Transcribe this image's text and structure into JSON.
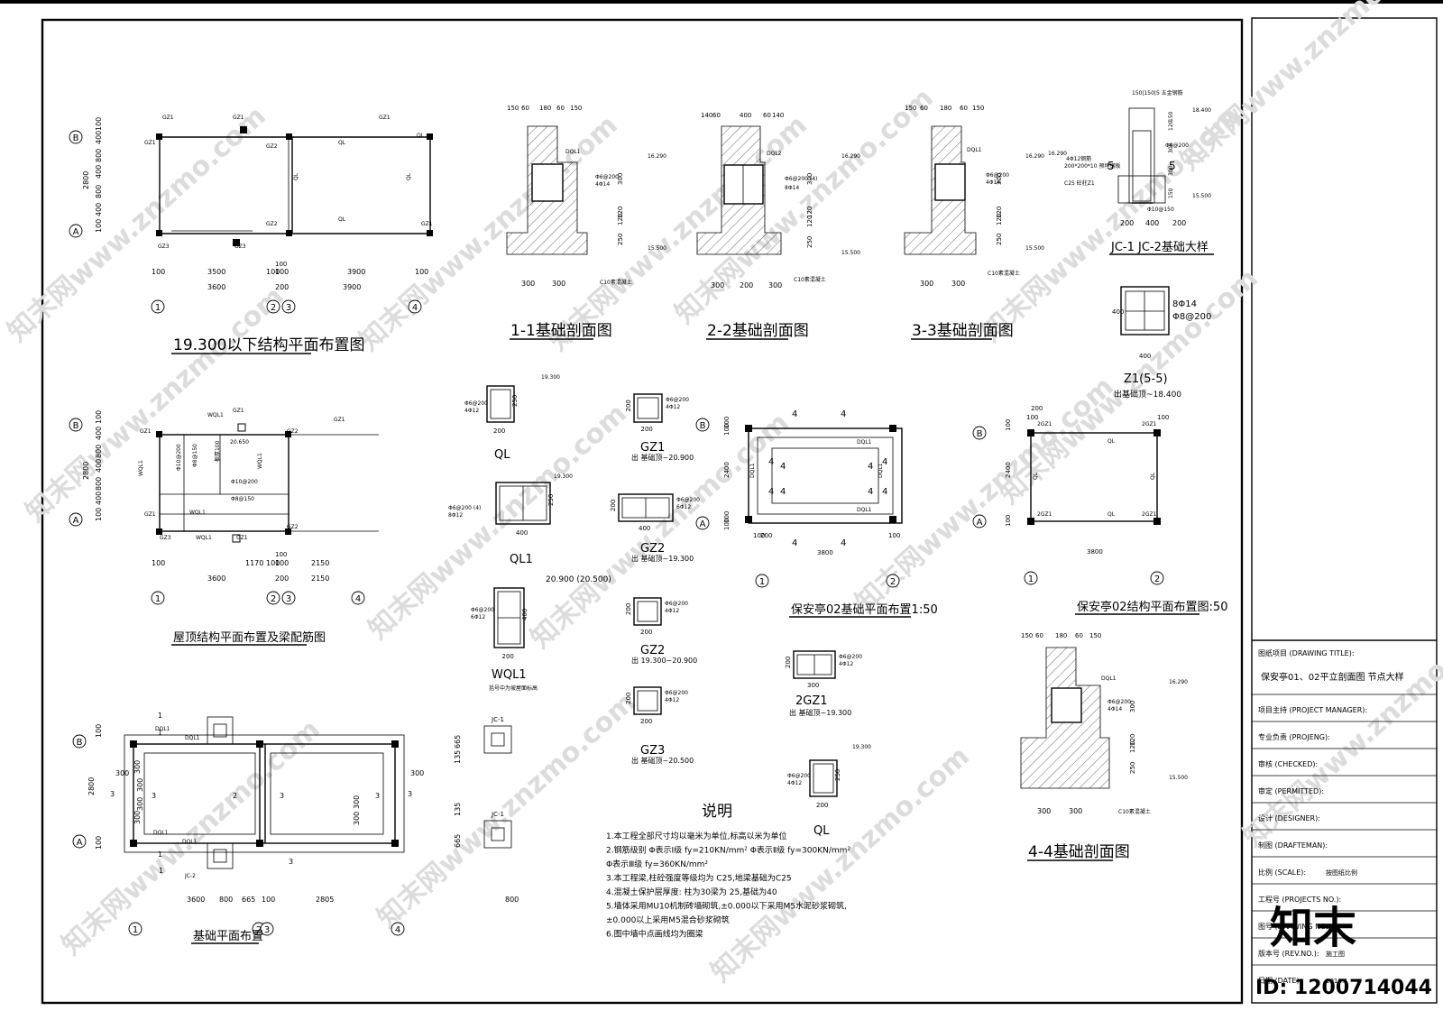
{
  "plan1": {
    "title": "19.300以下结构平面布置图",
    "axis_rows": [
      "B",
      "A"
    ],
    "axis_cols": [
      "1",
      "2",
      "3",
      "4"
    ],
    "labels": [
      "GZ1",
      "GZ1",
      "GZ1",
      "GZ2",
      "QL",
      "QL",
      "GZ1",
      "QL",
      "QL",
      "QL",
      "GZ2",
      "GZ1",
      "GZ3",
      "GZ3"
    ],
    "dims_v": [
      "100",
      "400",
      "800",
      "400",
      "800",
      "400",
      "100",
      "2800"
    ],
    "dims_h1": [
      "100",
      "3500",
      "100",
      "100",
      "3900",
      "100"
    ],
    "dims_h2": [
      "3600",
      "200",
      "3900"
    ],
    "dim_extra": "100"
  },
  "plan2": {
    "title": "屋顶结构平面布置及梁配筋图",
    "axis_rows": [
      "B",
      "A"
    ],
    "axis_cols": [
      "1",
      "2",
      "3",
      "4"
    ],
    "labels": [
      "WQL1",
      "GZ1",
      "GZ1",
      "GZ1",
      "GZ2",
      "20.650",
      "板厚100",
      "Φ8@150",
      "Φ10@200",
      "Φ8@150",
      "Φ10@200",
      "WQL1",
      "WQL1",
      "GZ1",
      "WQL1",
      "GZ2",
      "GZ3",
      "WQL1",
      "GZ1"
    ],
    "dims_v": [
      "100",
      "400",
      "800",
      "400",
      "800",
      "400",
      "100",
      "2800"
    ],
    "dims_h1": [
      "100",
      "1170",
      "100",
      "100",
      "2150"
    ],
    "dims_h2": [
      "3600",
      "200",
      "2150"
    ],
    "dim_extra": "100"
  },
  "plan3": {
    "title": "基础平面布置",
    "axis_rows": [
      "B",
      "A"
    ],
    "axis_cols": [
      "1",
      "2",
      "3",
      "4"
    ],
    "labels": [
      "1",
      "1",
      "DQL1",
      "DQL1",
      "300",
      "300",
      "300",
      "3",
      "3",
      "2",
      "3",
      "3",
      "3",
      "DQL1",
      "DQL1",
      "300",
      "300",
      "300",
      "1",
      "1",
      "JC-2",
      "3",
      "300",
      "300"
    ],
    "dims_v": [
      "100",
      "2800",
      "100"
    ],
    "dims_h": [
      "3600",
      "800",
      "665",
      "100",
      "2805",
      "800"
    ],
    "jc1_dims": [
      "665",
      "135",
      "135",
      "665"
    ],
    "jc_labels": [
      "JC-1",
      "JC-1"
    ]
  },
  "sections": [
    {
      "title": "1-1基础剖面图",
      "top_dims": [
        "150",
        "60",
        "180",
        "60",
        "150"
      ],
      "labels": [
        "DQL1",
        "Φ6@200",
        "4Φ14",
        "16.290",
        "15.500",
        "C10素混凝土"
      ],
      "dims_v": [
        "300",
        "120",
        "120",
        "250"
      ],
      "bottom_dims": [
        "300",
        "300"
      ]
    },
    {
      "title": "2-2基础剖面图",
      "top_dims": [
        "140",
        "60",
        "400",
        "60",
        "140"
      ],
      "labels": [
        "DQL2",
        "Φ6@200 (4)",
        "8Φ14",
        "16.290",
        "15.500",
        "C10素混凝土"
      ],
      "dims_v": [
        "300",
        "120",
        "120",
        "250"
      ],
      "bottom_dims": [
        "300",
        "200",
        "300"
      ]
    },
    {
      "title": "3-3基础剖面图",
      "top_dims": [
        "150",
        "60",
        "180",
        "60",
        "150"
      ],
      "labels": [
        "DQL1",
        "Φ6@200",
        "4Φ14",
        "16.290",
        "15.500",
        "C10素混凝土"
      ],
      "dims_v": [
        "300",
        "120",
        "120",
        "250"
      ],
      "bottom_dims": [
        "300",
        "300"
      ]
    },
    {
      "title": "4-4基础剖面图",
      "top_dims": [
        "150",
        "60",
        "180",
        "60",
        "150"
      ],
      "labels": [
        "DQL1",
        "Φ6@200",
        "4Φ14",
        "16.290",
        "15.500",
        "C10素混凝土"
      ],
      "dims_v": [
        "300",
        "120",
        "120",
        "250"
      ],
      "bottom_dims": [
        "300",
        "300"
      ]
    }
  ],
  "jc_detail": {
    "title": "JC-1 JC-2基础大样",
    "labels": [
      "150|150|5 五金钢筋",
      "18.400",
      "Φ6@200",
      "16.290",
      "4Φ12钢筋",
      "200*200*10 预埋钢板",
      "C25 砼柱Z1",
      "Φ10@150",
      "15.500"
    ],
    "section_marks": [
      "5",
      "5"
    ],
    "dims_v": [
      "150",
      "120",
      "300",
      "300",
      "150"
    ],
    "dims_h": [
      "200",
      "400",
      "200"
    ]
  },
  "z1": {
    "title": "Z1(5-5)",
    "note": "出基础顶~18.400",
    "rebar1": "8Φ14",
    "rebar2": "Φ8@200",
    "dim_v": "400",
    "dim_h": "400"
  },
  "beams": [
    {
      "name": "QL",
      "level": "19.300",
      "stirrup": "Φ6@200",
      "main": "4Φ12",
      "h": "250",
      "w": "200",
      "note": ""
    },
    {
      "name": "QL1",
      "level": "19.300",
      "stirrup": "Φ6@200 (4)",
      "main": "8Φ12",
      "h": "250",
      "w": "400",
      "note": ""
    },
    {
      "name": "WQL1",
      "level": "20.900 (20.500)",
      "stirrup": "Φ6@200",
      "main": "6Φ12",
      "h": "400",
      "w": "200",
      "note": "括号中为坡屋面标高"
    },
    {
      "name": "QL",
      "level": "19.300",
      "stirrup": "Φ6@200",
      "main": "4Φ12",
      "h": "250",
      "w": "200",
      "note": ""
    }
  ],
  "columns": [
    {
      "name": "GZ1",
      "stirrup": "Φ6@200",
      "main": "4Φ12",
      "h": "200",
      "w": "200",
      "note": "出 基础顶~20.900"
    },
    {
      "name": "GZ2",
      "stirrup": "Φ6@200",
      "main": "6Φ12",
      "h": "200",
      "w": "400",
      "note": "出 基础顶~19.300"
    },
    {
      "name": "GZ2",
      "stirrup": "Φ6@200",
      "main": "4Φ12",
      "h": "200",
      "w": "200",
      "note": "出 19.300~20.900"
    },
    {
      "name": "GZ3",
      "stirrup": "Φ6@200",
      "main": "4Φ12",
      "h": "200",
      "w": "200",
      "note": "出 基础顶~20.500"
    },
    {
      "name": "2GZ1",
      "stirrup": "Φ6@200",
      "main": "4Φ12",
      "h": "200",
      "w": "300",
      "note": "出 基础顶~19.300"
    }
  ],
  "ting_found": {
    "title": "保安亭02基础平面布置1:50",
    "axis_rows": [
      "B",
      "A"
    ],
    "axis_cols": [
      "1",
      "2"
    ],
    "marks": [
      "4",
      "4",
      "4",
      "4",
      "4",
      "4",
      "4",
      "4",
      "4",
      "4",
      "4",
      "4"
    ],
    "labels": [
      "DQL1",
      "DQL1",
      "DQL1",
      "DQL1"
    ],
    "dims_v": [
      "100",
      "100",
      "2400",
      "100",
      "100"
    ],
    "dims_h": [
      "100",
      "200",
      "3800",
      "100"
    ]
  },
  "ting_struct": {
    "title": "保安亭02结构平面布置图:50",
    "axis_rows": [
      "B",
      "A"
    ],
    "axis_cols": [
      "1",
      "2"
    ],
    "labels": [
      "2GZ1",
      "QL",
      "2GZ1",
      "QL",
      "QL",
      "2GZ1",
      "QL",
      "2GZ1"
    ],
    "dims_v": [
      "100",
      "2400",
      "100"
    ],
    "dims_h": [
      "200",
      "100",
      "3800",
      "100"
    ]
  },
  "notes": {
    "title": "说明",
    "items": [
      "1.本工程全部尺寸均以毫米为单位,标高以米为单位",
      "2.钢筋级别 Φ表示Ⅰ级 fy=210KN/mm² Φ表示Ⅱ级 fy=300KN/mm²",
      "  Φ表示Ⅲ级 fy=360KN/mm²",
      "3.本工程梁,柱砼强度等级均为 C25,地梁基础为C25",
      "4.混凝土保护层厚度: 柱为30梁为   25,基础为40",
      "5.墙体采用MU10机制砖墙砌筑,±0.000以下采用M5水泥砂浆砌筑,",
      "  ±0.000以上采用M5混合砂浆砌筑",
      "6.图中墙中点画线均为圈梁"
    ]
  },
  "titleblock": {
    "drawing_title_label": "图纸项目 (DRAWING TITLE):",
    "drawing_title": "保安亭01、02平立剖面图  节点大样",
    "rows": [
      {
        "label": "项目主持 (PROJECT MANAGER):",
        "value": ""
      },
      {
        "label": "专业负责 (PROJENG):",
        "value": ""
      },
      {
        "label": "审核 (CHECKED):",
        "value": ""
      },
      {
        "label": "审定 (PERMITTED):",
        "value": ""
      },
      {
        "label": "设计 (DESIGNER):",
        "value": ""
      },
      {
        "label": "制图 (DRAFTEMAN):",
        "value": ""
      },
      {
        "label": "比例 (SCALE):",
        "value": "按图纸比例"
      },
      {
        "label": "工程号 (PROJECTS NO.):",
        "value": ""
      },
      {
        "label": "图号 (DRAWING NO.):",
        "value": "结施"
      },
      {
        "label": "版本号 (REV.NO.):",
        "value": "施工图"
      },
      {
        "label": "日期 (DATE):",
        "value": "2018.1"
      }
    ]
  },
  "watermark": {
    "text": "知末网www.znzmo.com",
    "brand": "知末",
    "id": "ID: 1200714044"
  }
}
